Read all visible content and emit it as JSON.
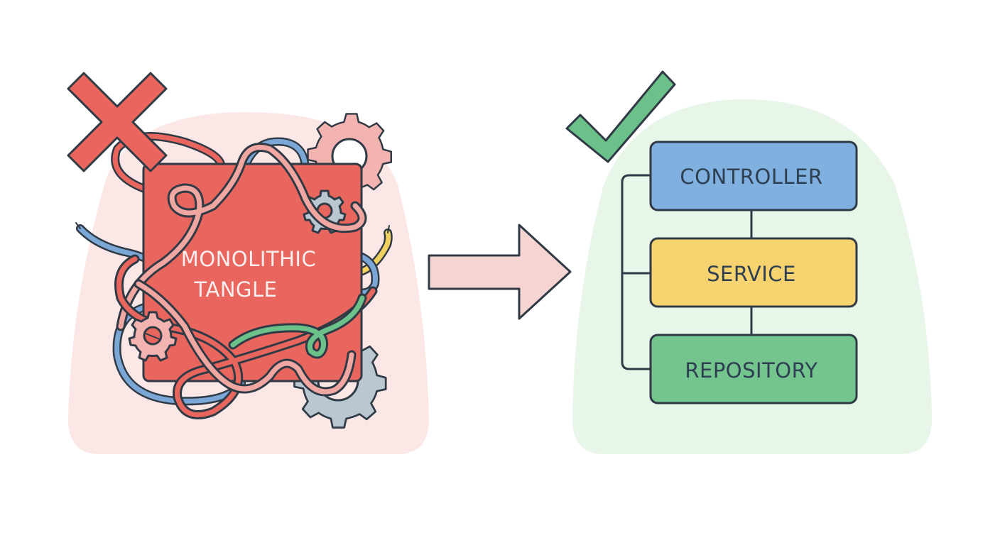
{
  "left_panel": {
    "label_line1": "MONOLITHIC",
    "label_line2": "TANGLE",
    "status_icon": "cross-icon",
    "decorations": [
      "gear-icon",
      "gear-icon",
      "gear-icon",
      "gear-icon",
      "tangled-wires"
    ]
  },
  "transition": {
    "icon": "arrow-right-icon"
  },
  "right_panel": {
    "status_icon": "checkmark-icon",
    "layers": [
      {
        "label": "CONTROLLER",
        "color": "#7fb0df"
      },
      {
        "label": "SERVICE",
        "color": "#f7d36f"
      },
      {
        "label": "REPOSITORY",
        "color": "#74c48e"
      }
    ]
  },
  "colors": {
    "bad_accent": "#e8665e",
    "bad_background": "#fbe9e8",
    "good_accent": "#6cc08a",
    "good_background": "#e9f7ec",
    "outline": "#2f3a45",
    "arrow_fill": "#f6d4d2"
  }
}
